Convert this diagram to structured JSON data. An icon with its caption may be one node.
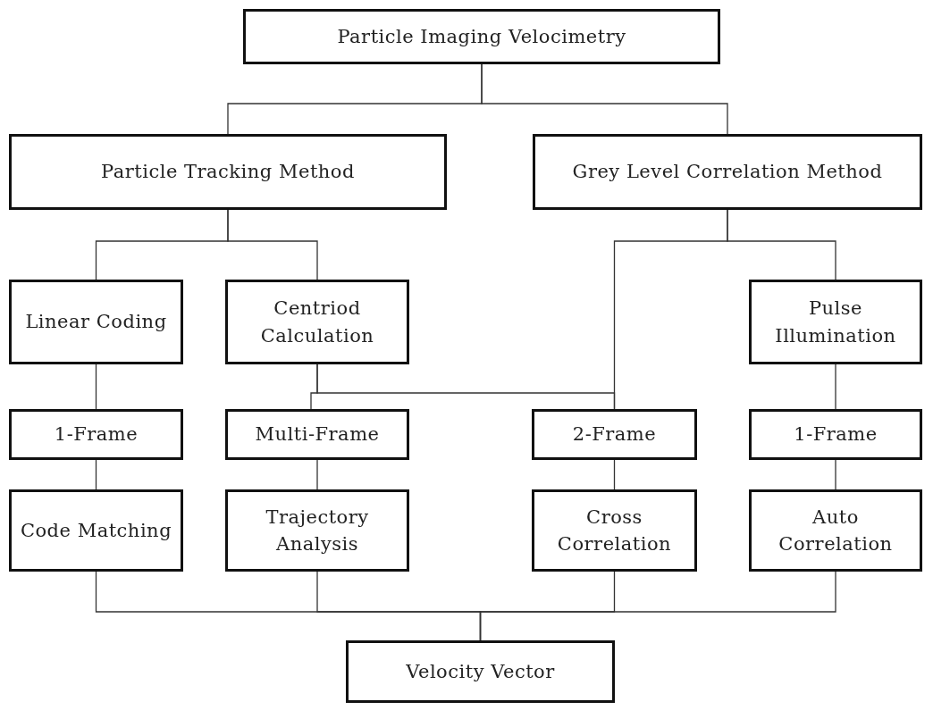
{
  "diagram": {
    "nodes": [
      {
        "text": [
          "Particle Imaging Velocimetry"
        ]
      },
      {
        "text": [
          "Particle Tracking Method"
        ]
      },
      {
        "text": [
          "Grey Level Correlation Method"
        ]
      },
      {
        "text": [
          "Linear Coding"
        ]
      },
      {
        "text": [
          "Centriod Calculation"
        ]
      },
      {
        "text": [
          "Pulse Illumination"
        ]
      },
      {
        "text": [
          "1-Frame"
        ]
      },
      {
        "text": [
          "Multi-Frame"
        ]
      },
      {
        "text": [
          "2-Frame"
        ]
      },
      {
        "text": [
          "1-Frame"
        ]
      },
      {
        "text": [
          "Code Matching"
        ]
      },
      {
        "text": [
          "Trajectory Analysis"
        ]
      },
      {
        "text": [
          "Cross Correlation"
        ]
      },
      {
        "text": [
          "Auto Correlation"
        ]
      },
      {
        "text": [
          "Velocity Vector"
        ]
      }
    ],
    "edges": [
      {
        "from": 0,
        "to": 1,
        "arrow": "none"
      },
      {
        "from": 0,
        "to": 2,
        "arrow": "none"
      },
      {
        "from": 1,
        "to": 3,
        "arrow": "none"
      },
      {
        "from": 1,
        "to": 4,
        "arrow": "none"
      },
      {
        "from": 2,
        "to": 5,
        "arrow": "none"
      },
      {
        "from": 2,
        "to": 8,
        "arrow": "none"
      },
      {
        "from": 4,
        "to": 7,
        "arrow": "none"
      },
      {
        "from": 4,
        "to": 8,
        "arrow": "none"
      },
      {
        "from": 3,
        "to": 6,
        "arrow": "none"
      },
      {
        "from": 5,
        "to": 9,
        "arrow": "none"
      },
      {
        "from": 6,
        "to": 10,
        "arrow": "none"
      },
      {
        "from": 7,
        "to": 11,
        "arrow": "none"
      },
      {
        "from": 8,
        "to": 12,
        "arrow": "none"
      },
      {
        "from": 9,
        "to": 13,
        "arrow": "none"
      },
      {
        "from": 10,
        "to": 14,
        "arrow": "none"
      },
      {
        "from": 11,
        "to": 14,
        "arrow": "none"
      },
      {
        "from": 12,
        "to": 14,
        "arrow": "none"
      },
      {
        "from": 13,
        "to": 14,
        "arrow": "none"
      }
    ]
  }
}
